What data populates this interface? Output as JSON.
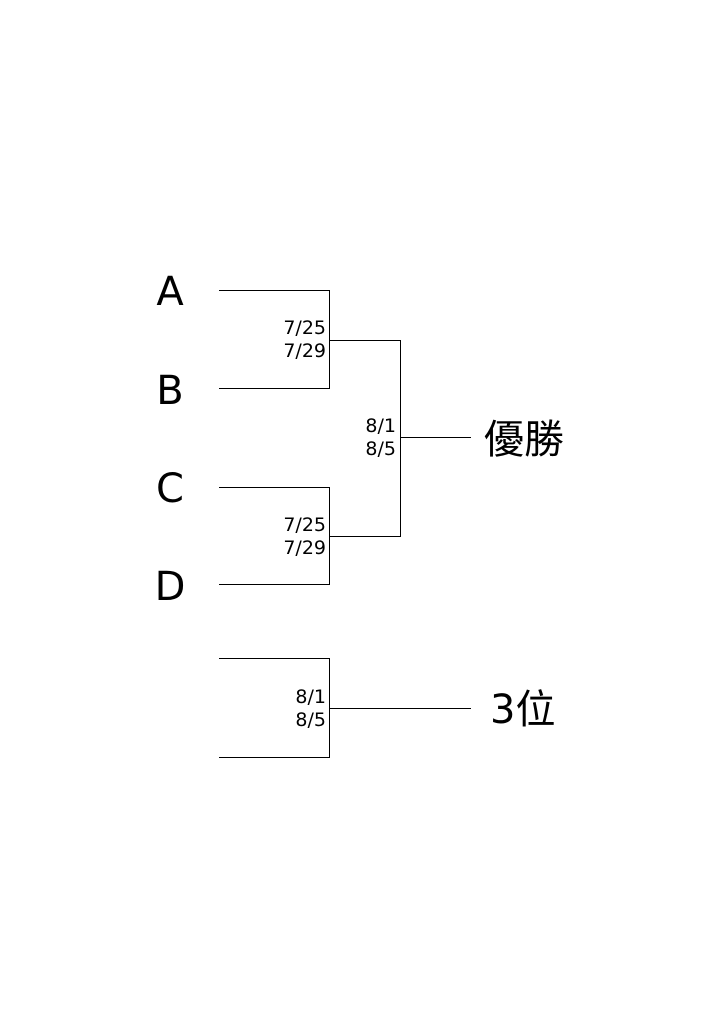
{
  "teams": {
    "a": "A",
    "b": "B",
    "c": "C",
    "d": "D"
  },
  "matches": {
    "semifinal_1": {
      "date1": "7/25",
      "date2": "7/29"
    },
    "semifinal_2": {
      "date1": "7/25",
      "date2": "7/29"
    },
    "final": {
      "date1": "8/1",
      "date2": "8/5"
    },
    "third_place": {
      "date1": "8/1",
      "date2": "8/5"
    }
  },
  "results": {
    "champion": "優勝",
    "third_place": "3位"
  }
}
